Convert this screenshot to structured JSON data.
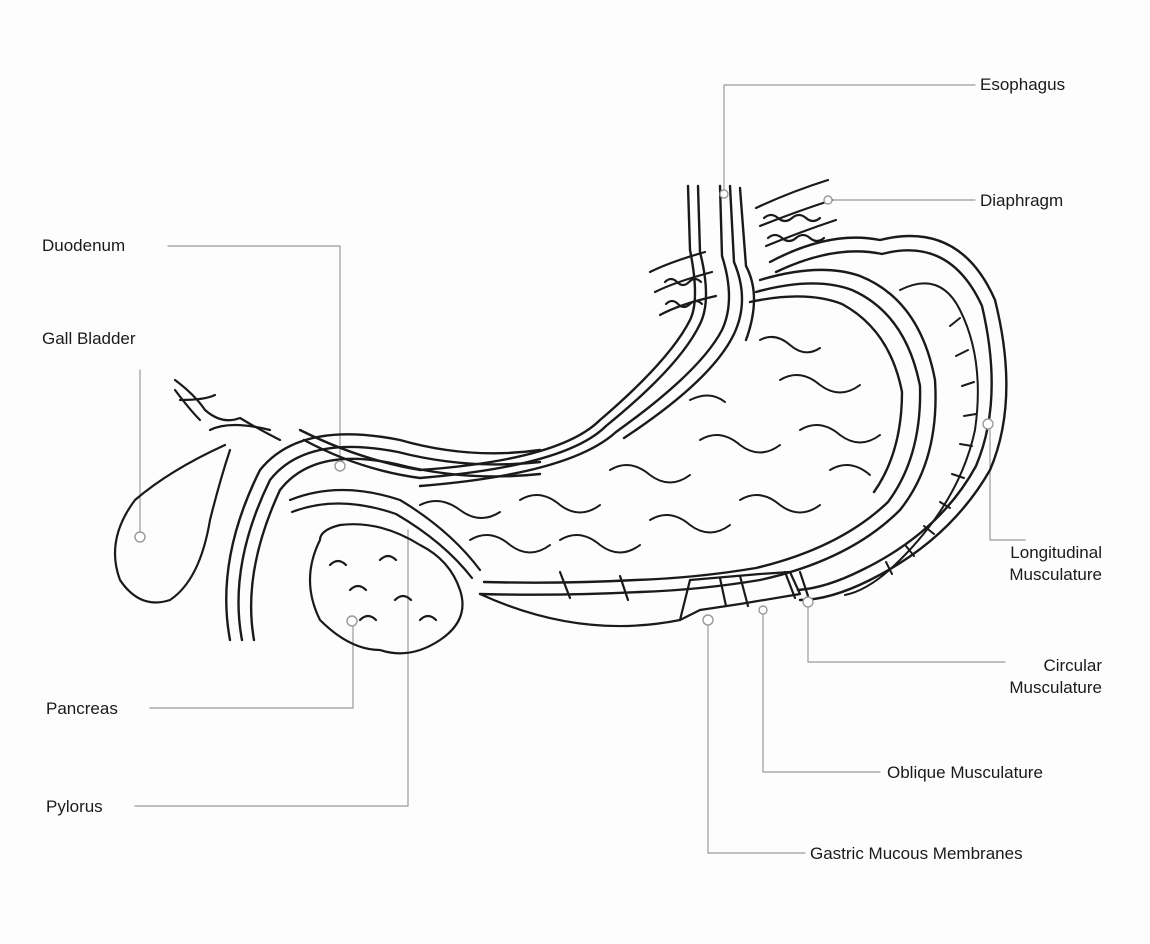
{
  "labels": {
    "esophagus": "Esophagus",
    "diaphragm": "Diaphragm",
    "duodenum": "Duodenum",
    "gall_bladder": "Gall Bladder",
    "longitudinal_1": "Longitudinal",
    "longitudinal_2": "Musculature",
    "circular_1": "Circular",
    "circular_2": "Musculature",
    "pancreas": "Pancreas",
    "oblique": "Oblique Musculature",
    "pylorus": "Pylorus",
    "gastric": "Gastric Mucous Membranes"
  },
  "colors": {
    "ink": "#1a1a1a",
    "leader": "#9a9a9a",
    "background": "#fdfdfd"
  }
}
